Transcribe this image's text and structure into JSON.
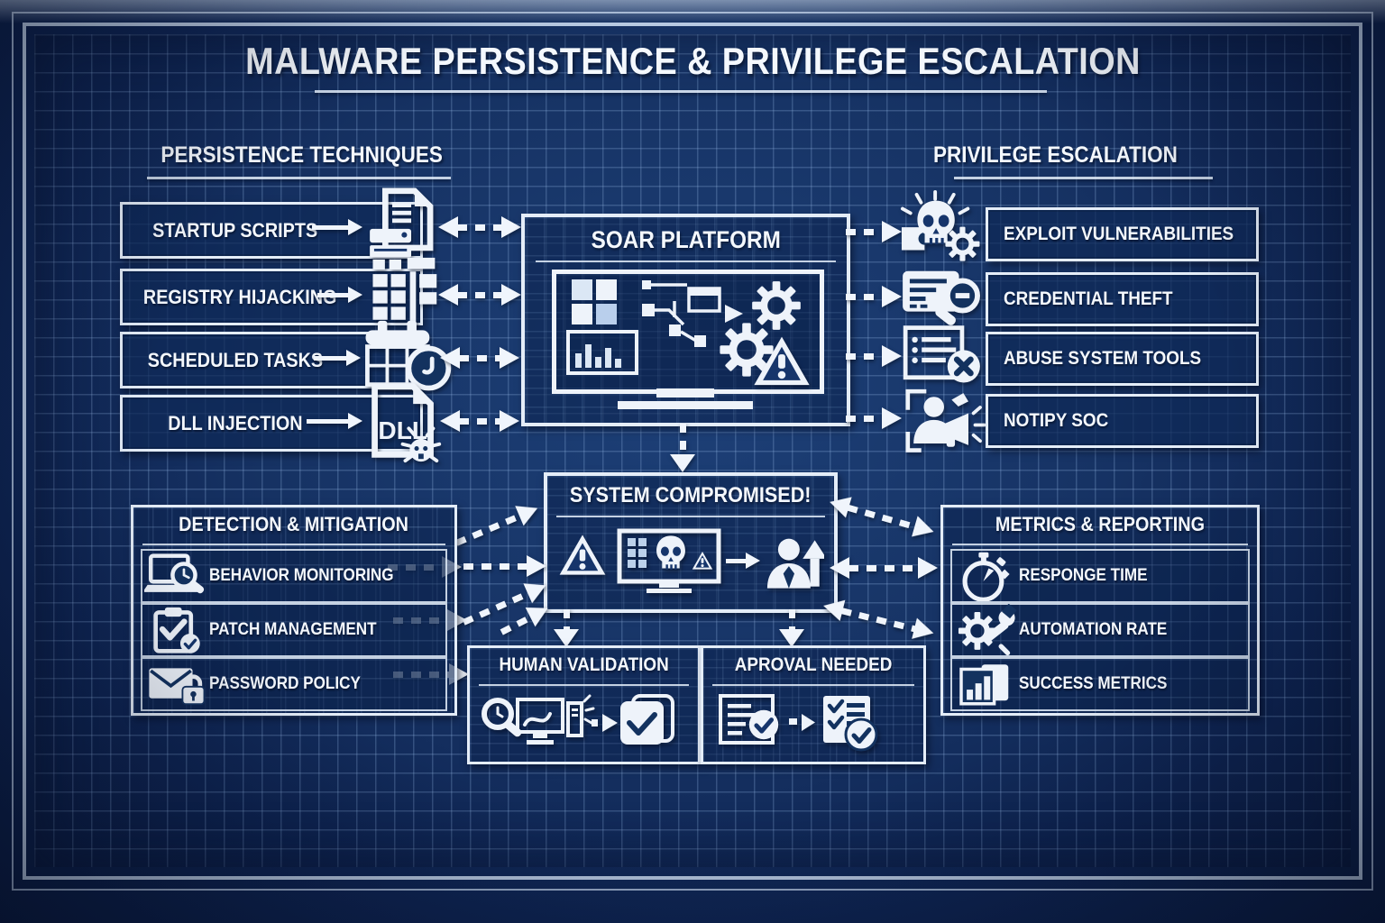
{
  "title": "MALWARE PERSISTENCE & PRIVILEGE ESCALATION",
  "colors": {
    "background": "#0d2150",
    "panel": "#16356b",
    "stroke": "#eef3fa",
    "grid": "#92b4e1"
  },
  "persistence": {
    "header": "PERSISTENCE TECHNIQUES",
    "items": [
      {
        "label": "STARTUP SCRIPTS",
        "icon": "script-file-icon"
      },
      {
        "label": "REGISTRY HIJACKING",
        "icon": "registry-table-icon"
      },
      {
        "label": "SCHEDULED TASKS",
        "icon": "calendar-clock-icon"
      },
      {
        "label": "DLL INJECTION",
        "icon": "dll-file-bug-icon"
      }
    ]
  },
  "soar": {
    "title": "SOAR PLATFORM",
    "icon": "soar-dashboard-monitor-icon"
  },
  "privilege": {
    "header": "PRIVILEGE ESCALATION",
    "items": [
      {
        "label": "EXPLOIT VULNERABILITIES",
        "icon": "skull-gear-icon"
      },
      {
        "label": "CREDENTIAL THEFT",
        "icon": "credential-card-magnifier-icon"
      },
      {
        "label": "ABUSE SYSTEM TOOLS",
        "icon": "checklist-x-icon"
      },
      {
        "label": "NOTIPY SOC",
        "icon": "analyst-megaphone-icon"
      }
    ]
  },
  "compromised": {
    "title": "SYSTEM COMPROMISED!"
  },
  "detection": {
    "header": "DETECTION & MITIGATION",
    "items": [
      {
        "label": "BEHAVIOR MONITORING",
        "icon": "laptop-magnifier-icon"
      },
      {
        "label": "PATCH MANAGEMENT",
        "icon": "clipboard-check-icon"
      },
      {
        "label": "PASSWORD POLICY",
        "icon": "envelope-lock-icon"
      }
    ]
  },
  "metrics": {
    "header": "METRICS & REPORTING",
    "items": [
      {
        "label": "RESPONGE TIME",
        "icon": "stopwatch-icon"
      },
      {
        "label": "AUTOMATION RATE",
        "icon": "gear-wrench-icon"
      },
      {
        "label": "SUCCESS METRICS",
        "icon": "bar-chart-folder-icon"
      }
    ]
  },
  "validation": {
    "title": "HUMAN VALIDATION"
  },
  "approval": {
    "title": "APROVAL NEEDED"
  }
}
